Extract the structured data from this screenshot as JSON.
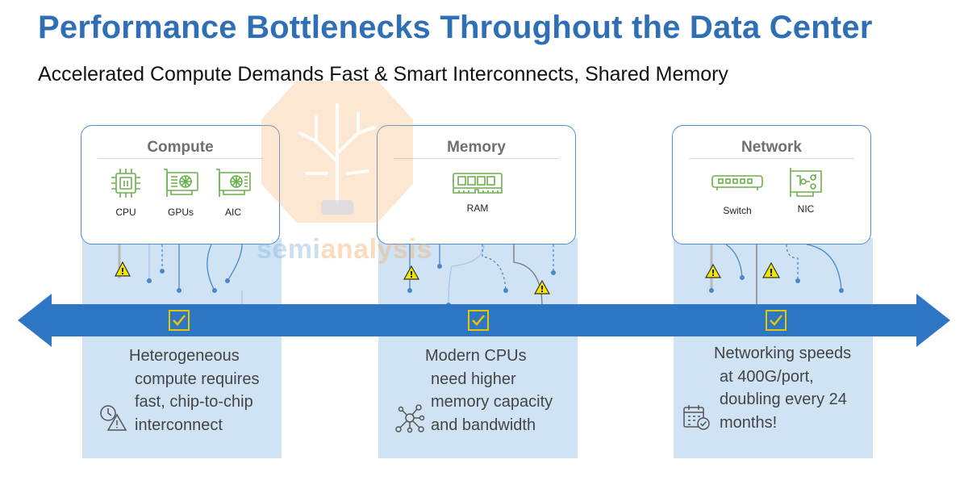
{
  "title": "Performance Bottlenecks Throughout the Data Center",
  "subtitle": "Accelerated Compute Demands Fast & Smart Interconnects, Shared Memory",
  "colors": {
    "title": "#2f6fb6",
    "arrow": "#2e75c4",
    "column": "#cfe3f4",
    "icon_green": "#6ab04c",
    "check_border": "#e3c800",
    "warning": "#f2e600"
  },
  "cards": [
    {
      "title": "Compute",
      "items": [
        {
          "label": "CPU",
          "icon": "cpu-icon"
        },
        {
          "label": "GPUs",
          "icon": "gpu-icon"
        },
        {
          "label": "AIC",
          "icon": "aic-icon"
        }
      ]
    },
    {
      "title": "Memory",
      "items": [
        {
          "label": "RAM",
          "icon": "ram-icon"
        }
      ]
    },
    {
      "title": "Network",
      "items": [
        {
          "label": "Switch",
          "icon": "switch-icon"
        },
        {
          "label": "NIC",
          "icon": "nic-icon"
        }
      ]
    }
  ],
  "descriptions": [
    {
      "lines": [
        "Heterogeneous",
        "compute requires",
        "fast, chip-to-chip",
        "interconnect"
      ],
      "icon": "clock-warning-icon"
    },
    {
      "lines": [
        "Modern CPUs",
        "need higher",
        "memory capacity",
        "and bandwidth"
      ],
      "icon": "network-hub-icon"
    },
    {
      "lines": [
        "Networking speeds",
        "at 400G/port,",
        "doubling every 24",
        "months!"
      ],
      "icon": "calendar-check-icon"
    }
  ],
  "watermark": {
    "part1": "semi",
    "part2": "analysis"
  }
}
